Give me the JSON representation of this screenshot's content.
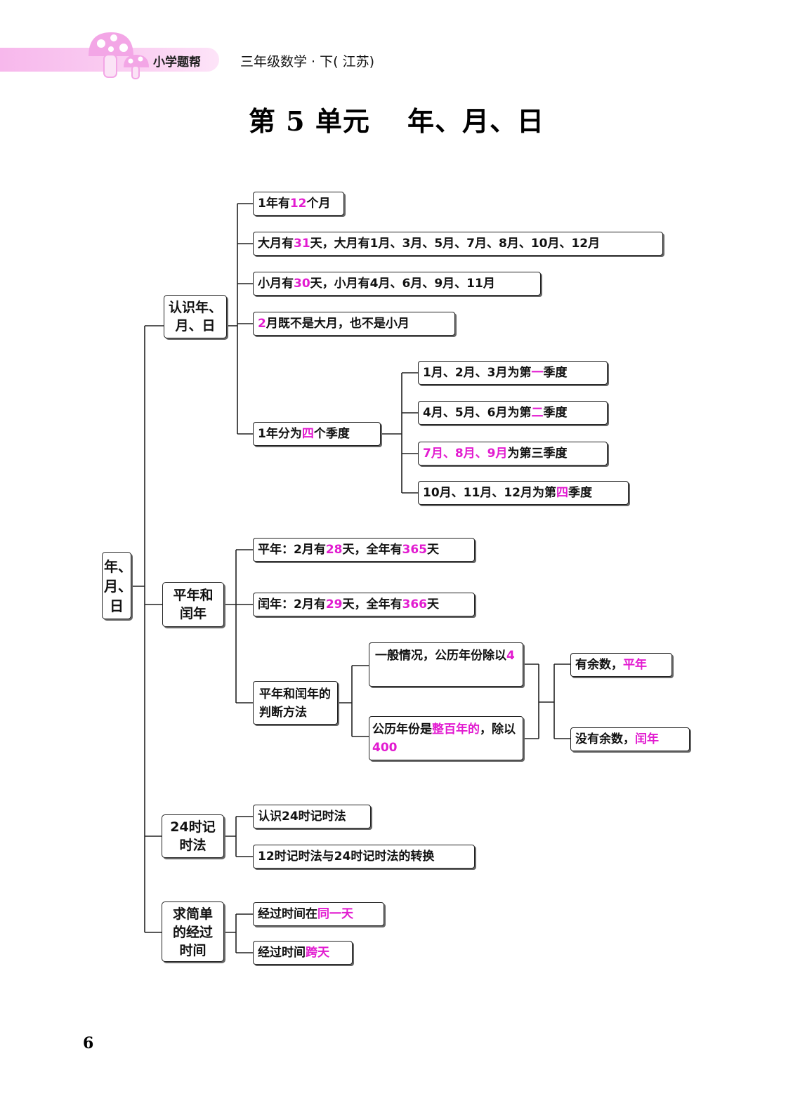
{
  "header": {
    "brand": "小学题帮",
    "book": "三年级数学 · 下( 江苏)"
  },
  "title": "第 5 单元　 年、月、日",
  "page_number": "6",
  "colors": {
    "highlight": "#e21bd0",
    "header_band": "#f7b8ec",
    "mushroom": "#f3a6e6"
  },
  "diagram": {
    "root": "年、月、日",
    "categories": [
      {
        "label": "认识年、月、日"
      },
      {
        "label": "平年和闰年"
      },
      {
        "label": "24时记时法"
      },
      {
        "label": "求简单的经过时间"
      }
    ],
    "know": {
      "n1": {
        "a": "1年有",
        "b": "12",
        "c": "个月"
      },
      "n2": {
        "a": "大月有",
        "b": "31",
        "c": "天，大月有1月、3月、5月、7月、8月、10月、12月"
      },
      "n3": {
        "a": "小月有",
        "b": "30",
        "c": "天，小月有4月、6月、9月、11月"
      },
      "n4": {
        "a": "2",
        "b": "月既不是大月，也不是小月"
      },
      "n5": {
        "a": "1年分为",
        "b": "四",
        "c": "个季度"
      },
      "q1": {
        "a": "1月、2月、3月为第",
        "b": "一",
        "c": "季度"
      },
      "q2": {
        "a": "4月、5月、6月为第",
        "b": "二",
        "c": "季度"
      },
      "q3": {
        "a": "7月、8月、9月",
        "b": "为第三季度"
      },
      "q4": {
        "a": "10月、11月、12月为第",
        "b": "四",
        "c": "季度"
      }
    },
    "leap": {
      "common": {
        "a": "平年：2月有",
        "b": "28",
        "c": "天，全年有",
        "d": "365",
        "e": "天"
      },
      "leap": {
        "a": "闰年：2月有",
        "b": "29",
        "c": "天，全年有",
        "d": "366",
        "e": "天"
      },
      "method": {
        "label": "平年和闰年的判断方法"
      },
      "general": {
        "a": "一般情况，公历年份除以",
        "b": "4"
      },
      "century": {
        "a": "公历年份是",
        "b": "整百年的",
        "c": "，除以",
        "d": "400"
      },
      "remainder": {
        "a": "有余数，",
        "b": "平年"
      },
      "no_remainder": {
        "a": "没有余数，",
        "b": "闰年"
      }
    },
    "clock": {
      "n1": "认识24时记时法",
      "n2": "12时记时法与24时记时法的转换"
    },
    "elapsed": {
      "n1": {
        "a": "经过时间在",
        "b": "同一天"
      },
      "n2": {
        "a": "经过时间",
        "b": "跨天"
      }
    }
  }
}
